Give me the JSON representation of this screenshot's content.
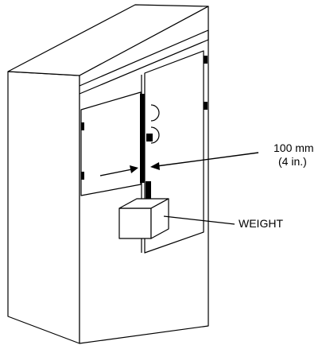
{
  "labels": {
    "dimension_line1": "100 mm",
    "dimension_line2": "(4 in.)",
    "weight": "WEIGHT"
  },
  "colors": {
    "line": "#000000",
    "background": "#ffffff"
  }
}
